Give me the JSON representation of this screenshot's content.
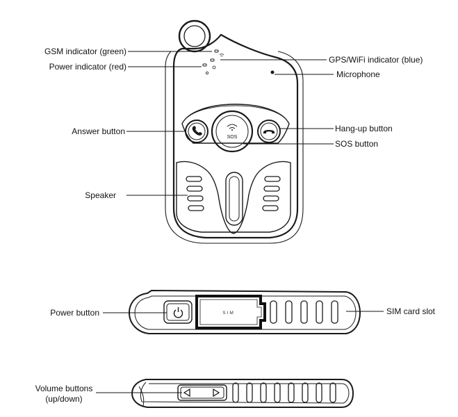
{
  "labels": {
    "gsm": "GSM indicator (green)",
    "power_indicator": "Power indicator (red)",
    "gps": "GPS/WiFi indicator (blue)",
    "microphone": "Microphone",
    "answer": "Answer button",
    "hangup": "Hang-up button",
    "sos_button": "SOS button",
    "speaker": "Speaker",
    "power_button": "Power button",
    "sim_slot": "SIM card slot",
    "volume_line1": "Volume buttons",
    "volume_line2": "(up/down)"
  },
  "device_text": {
    "sos": "SOS",
    "sim": "SIM"
  },
  "icons": [
    "phone-answer-icon",
    "phone-hangup-icon",
    "wifi-icon",
    "power-icon",
    "triangle-left-icon",
    "triangle-right-icon"
  ]
}
